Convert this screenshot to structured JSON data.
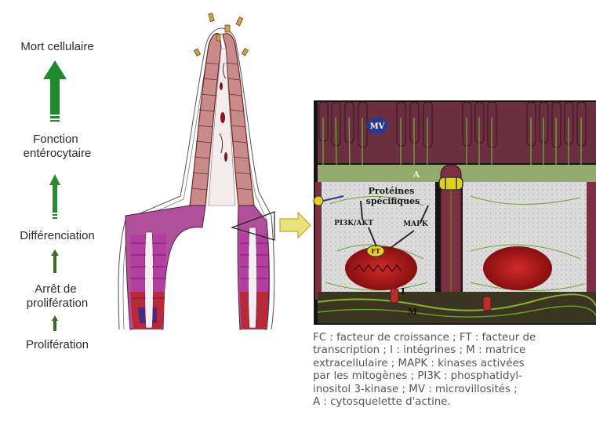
{
  "stages": {
    "death": "Mort cellulaire",
    "function": "Fonction\nentérocytaire",
    "differentiation": "Différenciation",
    "arrest": "Arrêt de\nprolifération",
    "proliferation": "Prolifération"
  },
  "cell_labels": {
    "mv": "MV",
    "a": "A",
    "proteins": "Protéines\nspécifiques",
    "pi3k": "PI3K/AKT",
    "mapk": "MAPK",
    "ft": "FT",
    "i": "I",
    "m": "M"
  },
  "caption": "FC : facteur de croissance ; FT : facteur de\ntranscription ; I : intégrines ; M : matrice\nextracellulaire ; MAPK : kinases activées\npar les mitogènes ; PI3K : phosphatidyl-\ninositol 3-kinase ; MV : microvillosités ;\nA : cytosquelette d'actine."
}
